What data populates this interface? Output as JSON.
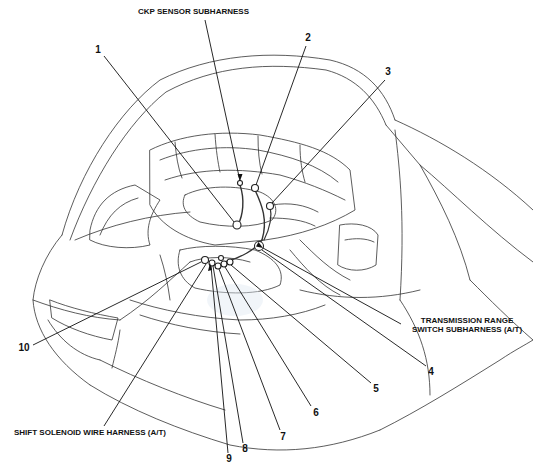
{
  "diagram": {
    "labels": [
      "CKP SENSOR SUBHARNESS",
      "1",
      "2",
      "3",
      "TRANSMISSION RANGE SWITCH SUBHARNESS (A/T)",
      "4",
      "5",
      "6",
      "7",
      "8",
      "9",
      "10",
      "SHIFT SOLENOID WIRE HARNESS (A/T)"
    ]
  }
}
